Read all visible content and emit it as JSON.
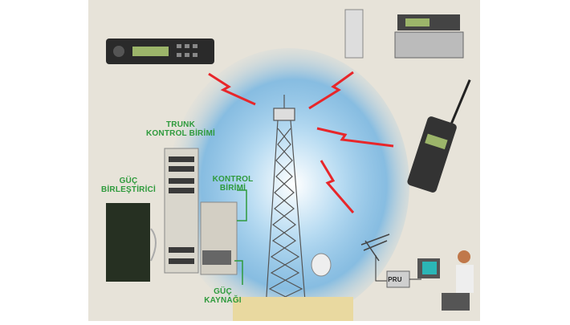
{
  "labels": {
    "trunk": [
      "TRUNK",
      "KONTROL BİRİMİ"
    ],
    "guc_birlestirici": [
      "GÜÇ",
      "BİRLEŞTİRİCİ"
    ],
    "kontrol": [
      "KONTROL",
      "BİRİMİ"
    ],
    "guc_kaynagi": [
      "GÜÇ",
      "KAYNAĞI"
    ],
    "pru": "PRU"
  },
  "colors": {
    "label": "#2e9a3c",
    "signal": "#e8262a",
    "background": "#e7e3d9",
    "sky": "#6fb3e3"
  }
}
